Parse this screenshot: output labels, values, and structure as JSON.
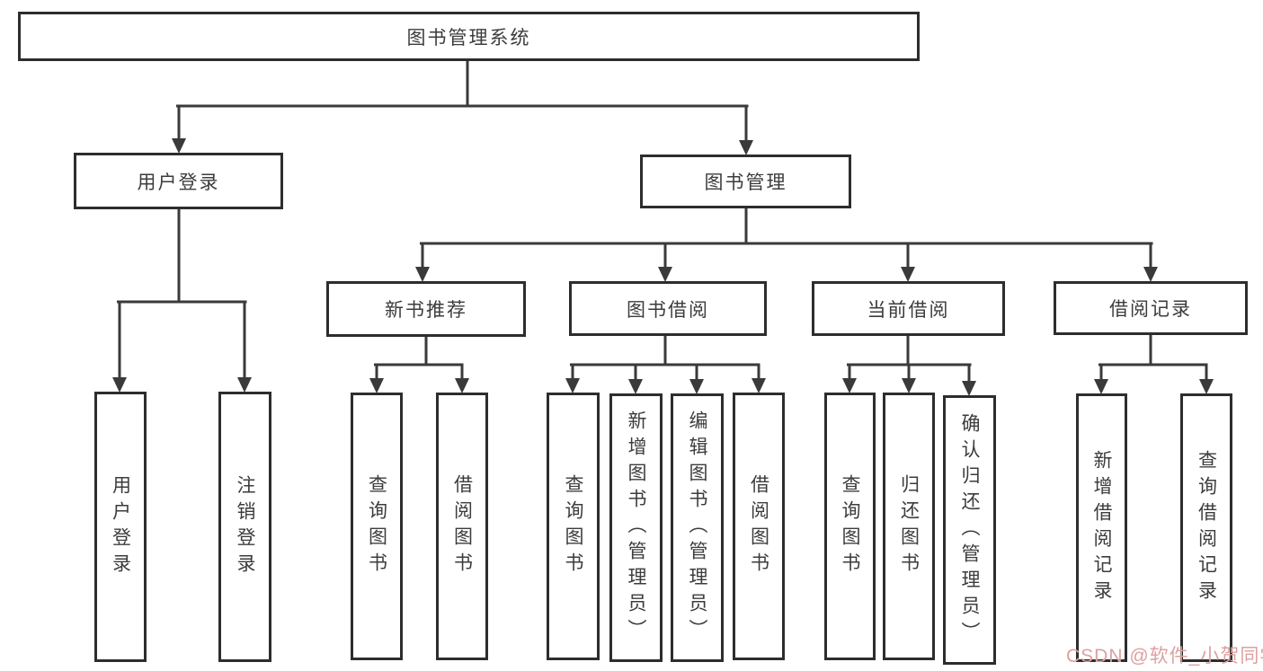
{
  "tree": {
    "label": "图书管理系统",
    "children": [
      {
        "label": "用户登录",
        "children": [
          {
            "label": "用户登录"
          },
          {
            "label": "注销登录"
          }
        ]
      },
      {
        "label": "图书管理",
        "children": [
          {
            "label": "新书推荐",
            "children": [
              {
                "label": "查询图书"
              },
              {
                "label": "借阅图书"
              }
            ]
          },
          {
            "label": "图书借阅",
            "children": [
              {
                "label": "查询图书"
              },
              {
                "label": "新增图书（管理员）"
              },
              {
                "label": "编辑图书（管理员）"
              },
              {
                "label": "借阅图书"
              }
            ]
          },
          {
            "label": "当前借阅",
            "children": [
              {
                "label": "查询图书"
              },
              {
                "label": "归还图书"
              },
              {
                "label": "确认归还（管理员）"
              }
            ]
          },
          {
            "label": "借阅记录",
            "children": [
              {
                "label": "新增借阅记录"
              },
              {
                "label": "查询借阅记录"
              }
            ]
          }
        ]
      }
    ]
  },
  "watermark": "CSDN @软件_小贺同学",
  "colors": {
    "line": "#3a3a3a",
    "border": "#2d2d2d",
    "text": "#3c3c3c",
    "watermark": "#dda0a0"
  }
}
